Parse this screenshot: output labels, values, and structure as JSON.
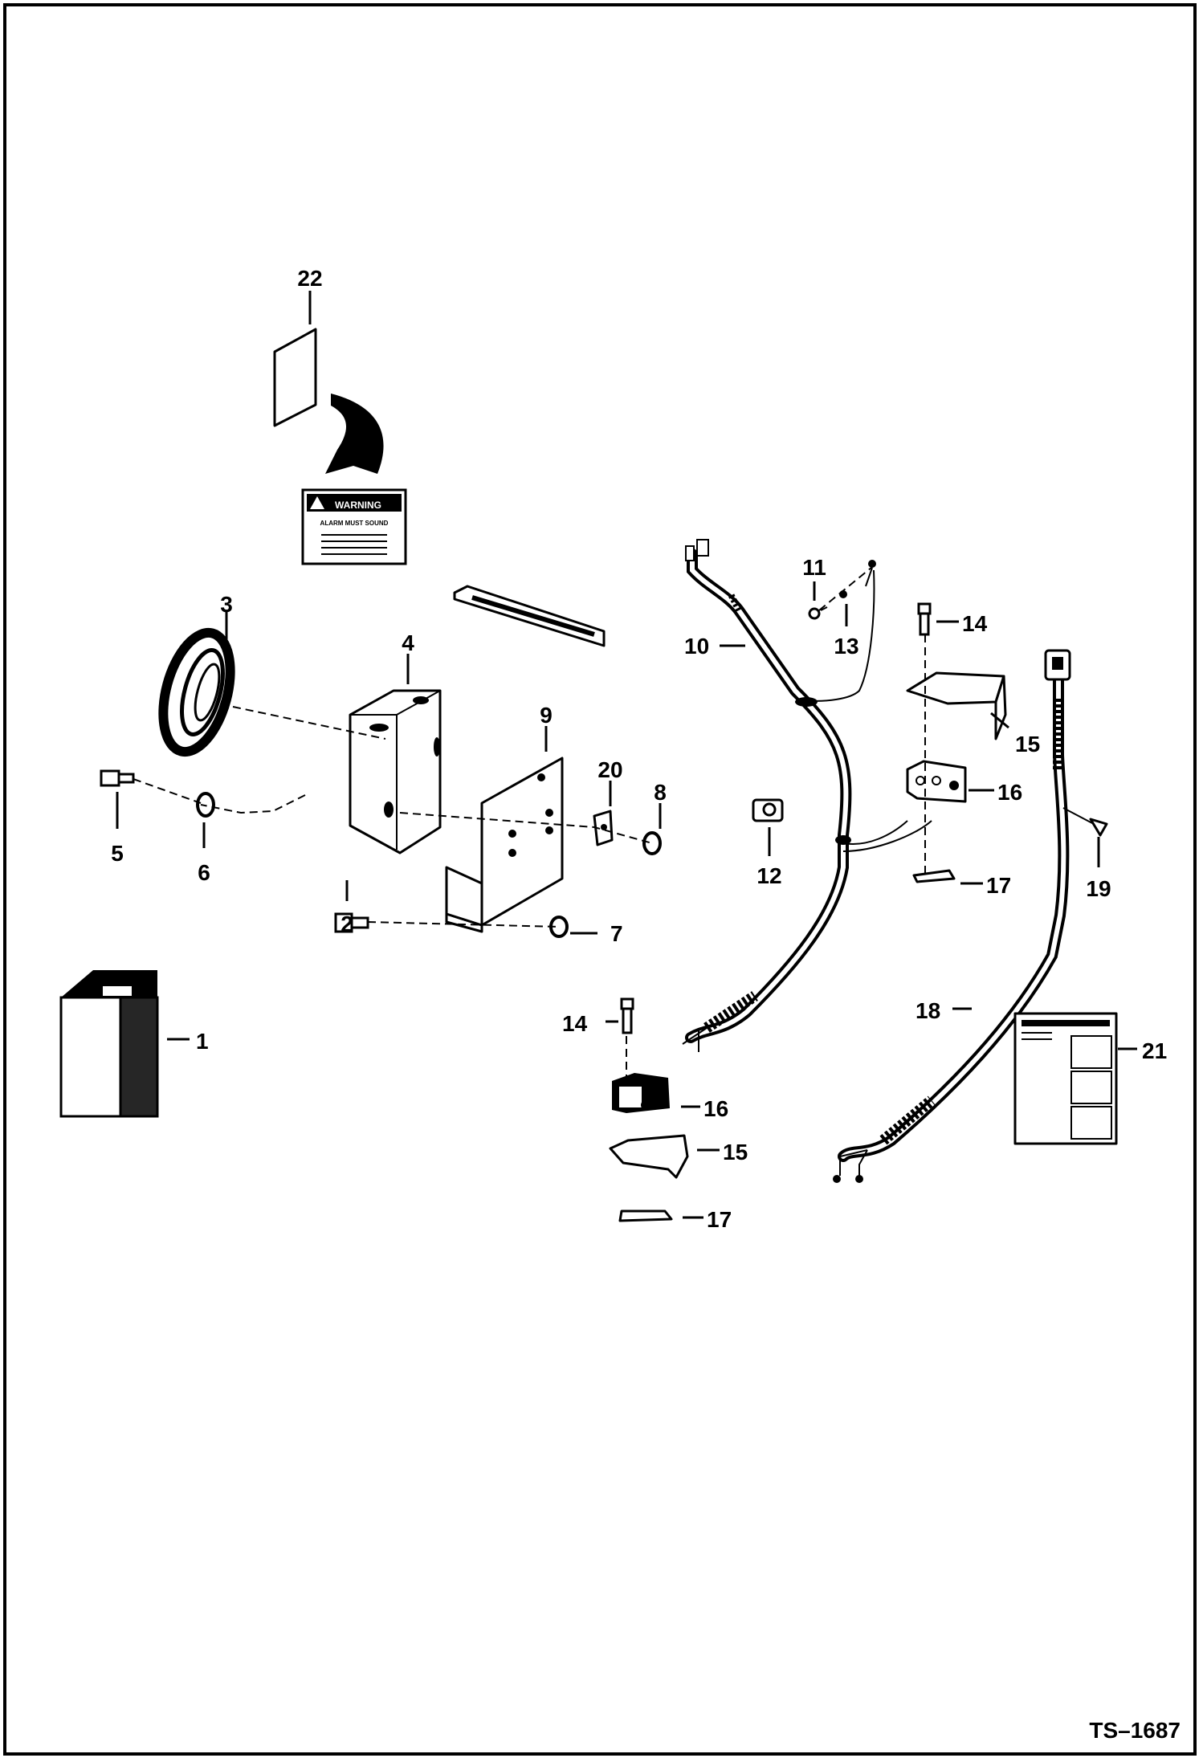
{
  "callouts": {
    "c1": "1",
    "c2": "2",
    "c3": "3",
    "c4": "4",
    "c5": "5",
    "c6": "6",
    "c7": "7",
    "c8": "8",
    "c9": "9",
    "c10": "10",
    "c11": "11",
    "c12": "12",
    "c13": "13",
    "c14a": "14",
    "c14b": "14",
    "c15a": "15",
    "c15b": "15",
    "c16a": "16",
    "c16b": "16",
    "c17a": "17",
    "c17b": "17",
    "c18": "18",
    "c19": "19",
    "c20": "20",
    "c21": "21",
    "c22": "22"
  },
  "decal": {
    "title": "WARNING",
    "subtitle": "ALARM MUST SOUND"
  },
  "reference": "TS–1687",
  "icons": [
    "warning-triangle-icon"
  ]
}
